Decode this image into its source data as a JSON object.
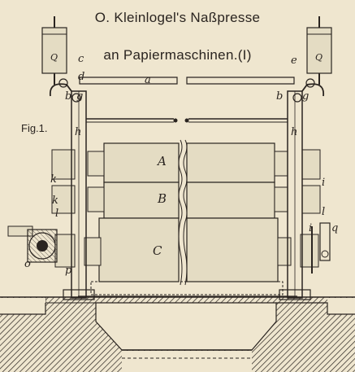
{
  "title": {
    "line1": "O. Kleinlogel's Naßpresse",
    "line2": "an Papiermaschinen.(I)"
  },
  "figure_label": "Fig.1.",
  "part_labels": {
    "Q_left": "Q",
    "Q_right": "Q",
    "a": "a",
    "c": "c",
    "d": "d",
    "e": "e",
    "g_left": "g",
    "g_right": "g",
    "b_left": "b",
    "b_right": "b",
    "h_left": "h",
    "h_right": "h",
    "k_upper": "k",
    "k_lower": "k",
    "i_upper": "i",
    "i_lower": "i",
    "l_left": "l",
    "l_right": "l",
    "q": "q",
    "o": "o",
    "p": "p",
    "A": "A",
    "B": "B",
    "C": "C"
  },
  "colors": {
    "paper": "#efe6cf",
    "ink": "#2a2420",
    "roll": "#e4dcc3"
  }
}
